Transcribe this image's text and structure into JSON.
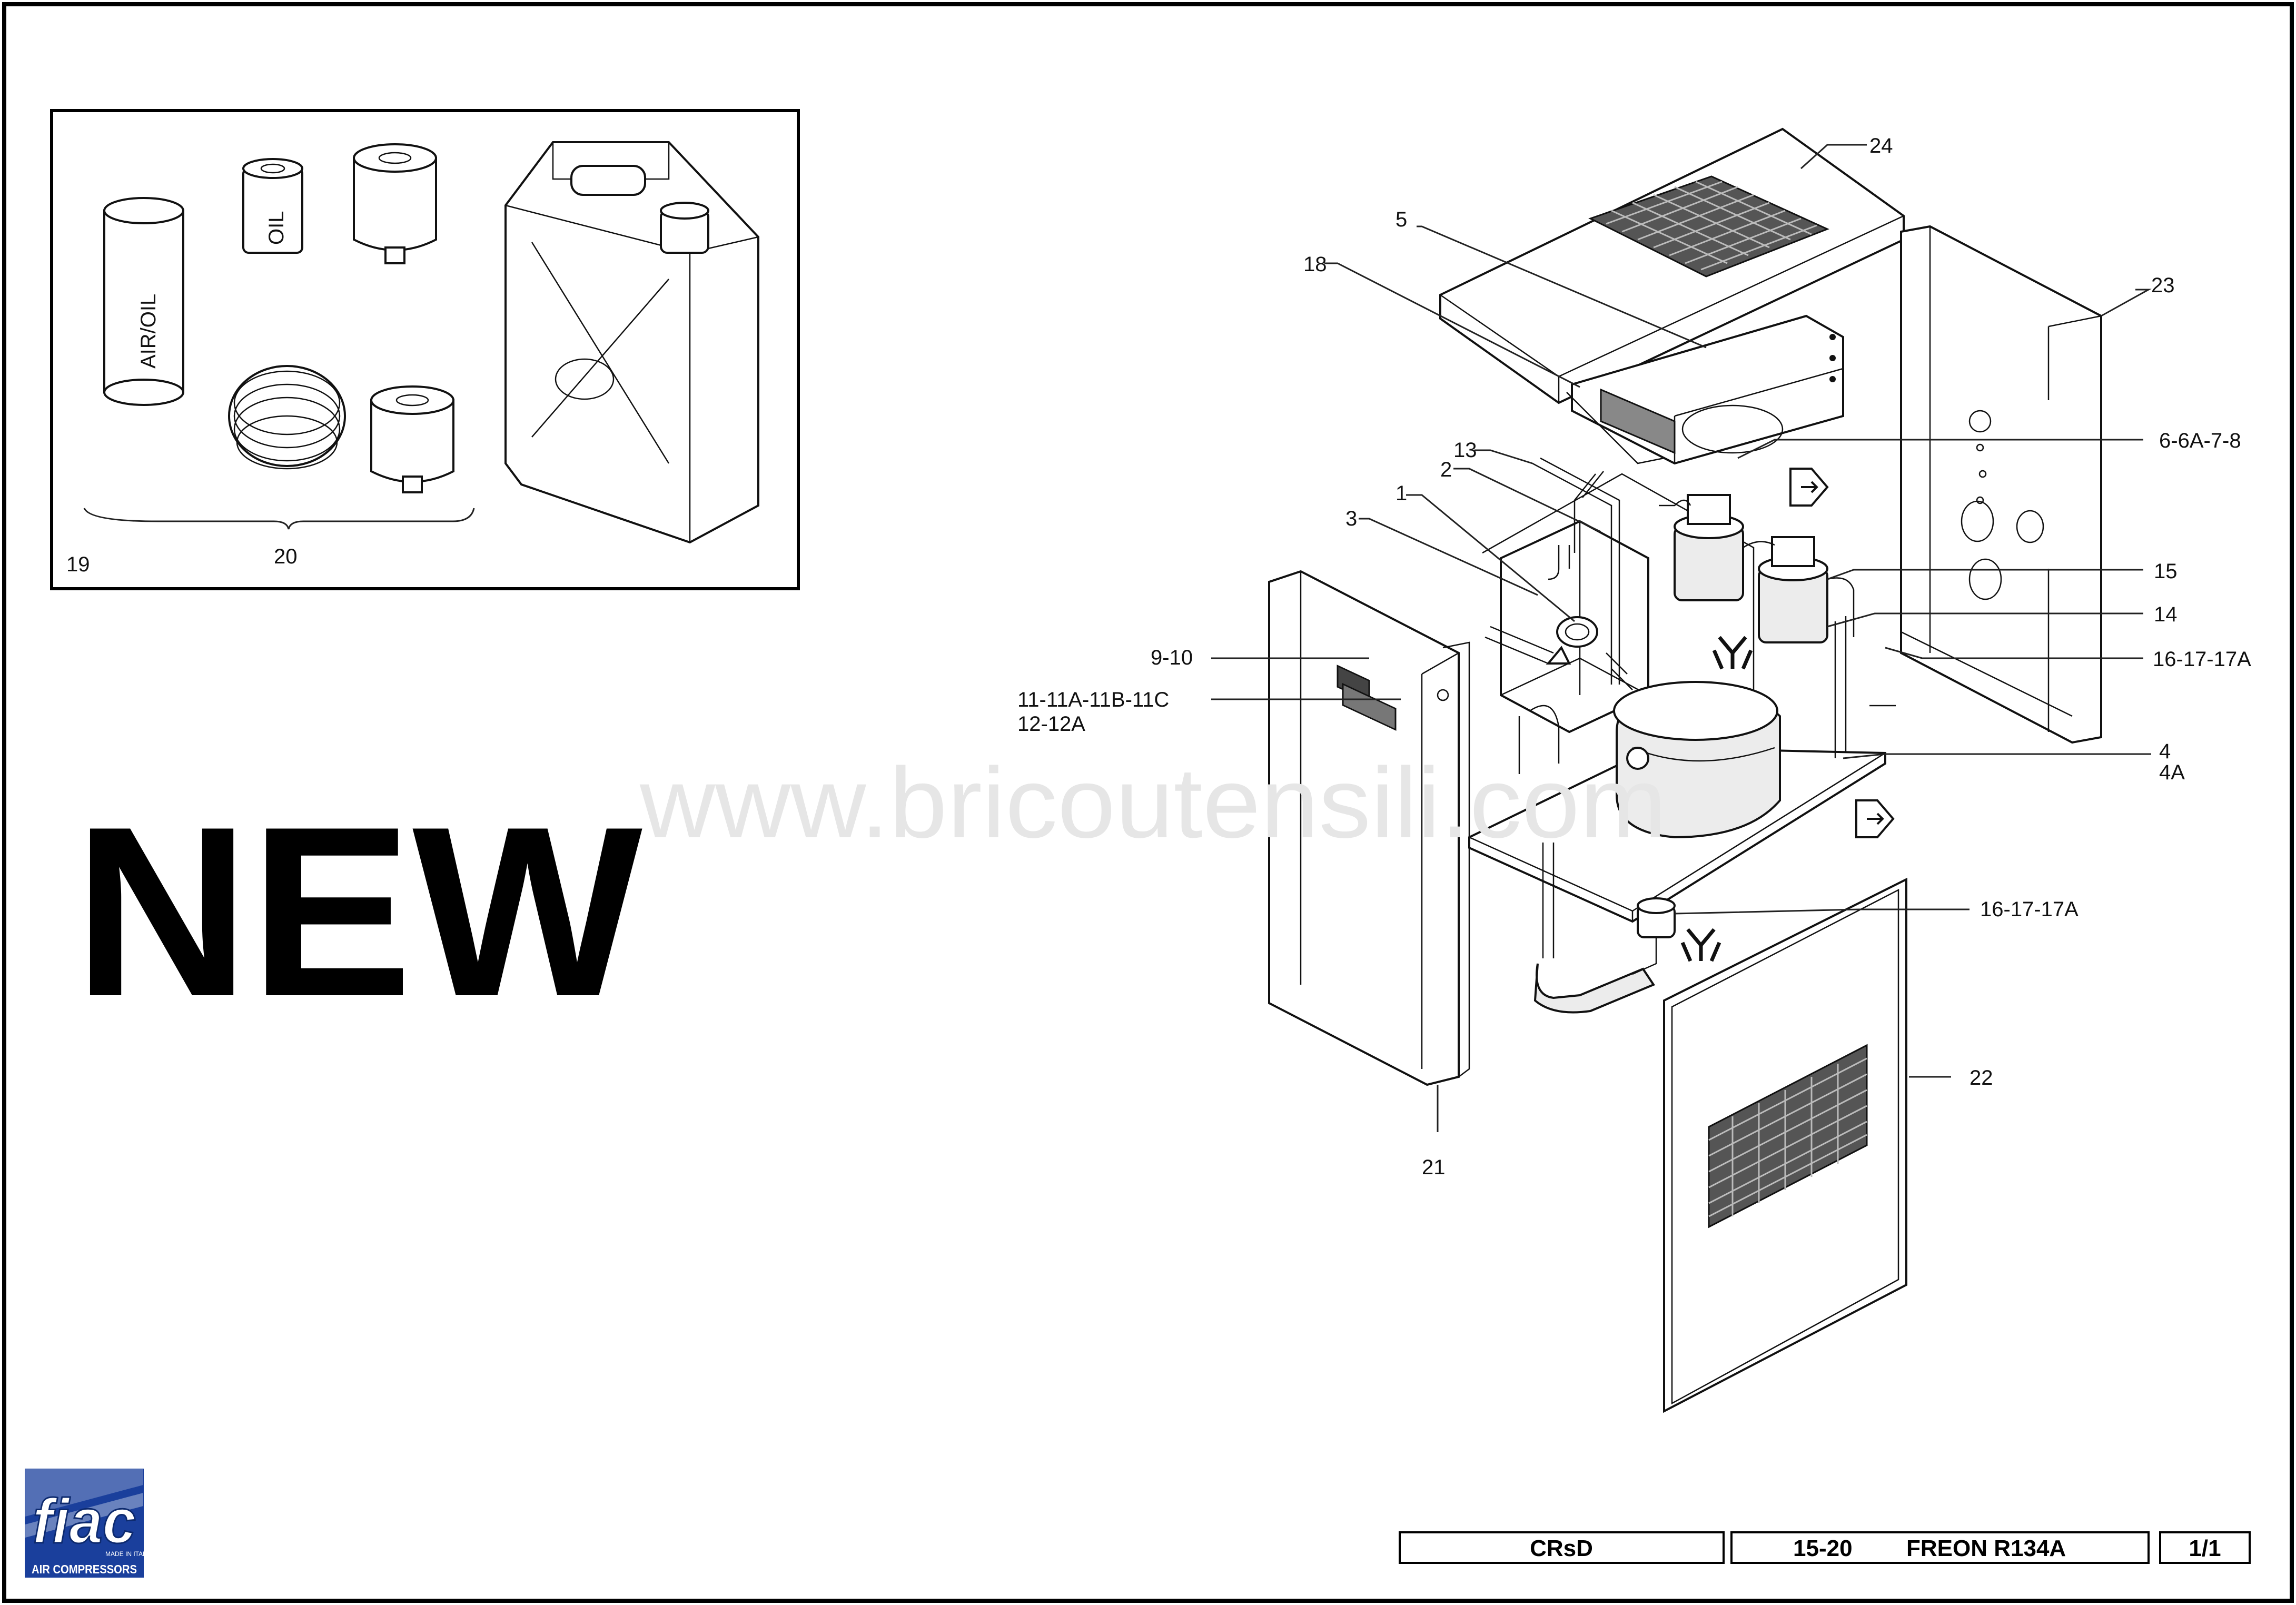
{
  "inset": {
    "labels": {
      "air_oil": "AIR/OIL",
      "oil": "OIL",
      "n19": "19",
      "n20": "20"
    }
  },
  "badge": {
    "new": "NEW"
  },
  "watermark": "www.bricoutensili.com",
  "callouts": {
    "c24": "24",
    "c5": "5",
    "c18": "18",
    "c23": "23",
    "c13": "13",
    "c2": "2",
    "c1": "1",
    "c3": "3",
    "c6": "6-6A-7-8",
    "c15": "15",
    "c14": "14",
    "c16a": "16-17-17A",
    "c910": "9-10",
    "c11": "11-11A-11B-11C",
    "c12": "12-12A",
    "c4": "4",
    "c4a": "4A",
    "c16b": "16-17-17A",
    "c22": "22",
    "c21": "21"
  },
  "logo": {
    "brand": "fiac",
    "tagline": "AIR COMPRESSORS",
    "small": "MADE IN ITALY",
    "brand_color": "#1a3f9c"
  },
  "title_block": {
    "model": "CRsD",
    "size": "15-20",
    "refrigerant": "FREON R134A",
    "sheet": "1/1"
  }
}
